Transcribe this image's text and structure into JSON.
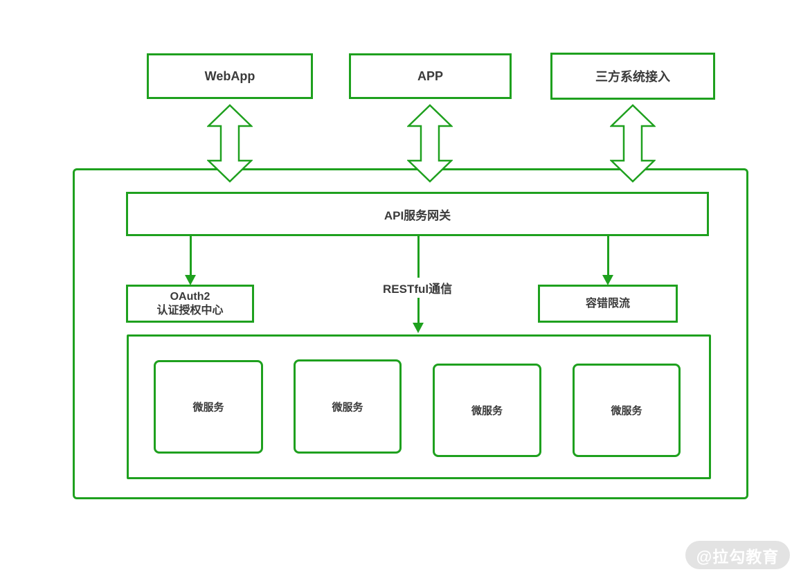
{
  "diagram": {
    "title_semantic": "microservice-gateway-architecture",
    "clients": [
      {
        "label": "WebApp"
      },
      {
        "label": "APP"
      },
      {
        "label": "三方系统接入"
      }
    ],
    "gateway": {
      "label": "API服务网关"
    },
    "auth_center": {
      "line1": "OAuth2",
      "line2": "认证授权中心"
    },
    "comm_label": "RESTful通信",
    "rate_limit": {
      "label": "容错限流"
    },
    "microservices": [
      {
        "label": "微服务"
      },
      {
        "label": "微服务"
      },
      {
        "label": "微服务"
      },
      {
        "label": "微服务"
      }
    ],
    "watermark": "@拉勾教育",
    "colors": {
      "stroke": "#1EA01E",
      "text": "#3a3a3a",
      "watermark_bg": "#e3e3e3",
      "watermark_text": "#ffffff"
    }
  }
}
